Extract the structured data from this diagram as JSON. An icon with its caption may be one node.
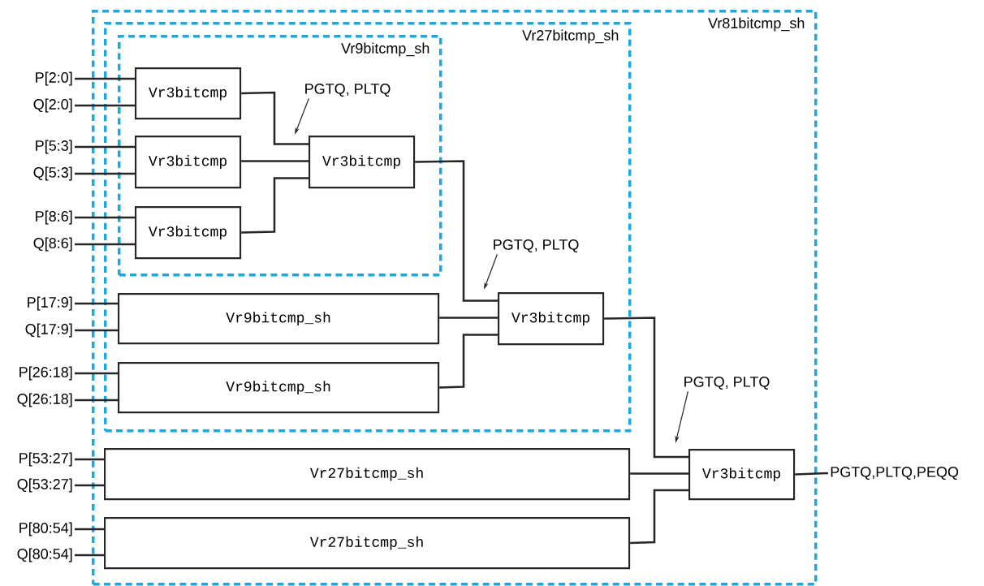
{
  "diagram": {
    "nodes": [
      {
        "text": [
          "Vr81bitcmp_sh"
        ]
      },
      {
        "text": [
          "Vr27bitcmp_sh"
        ],
        "in": 0
      },
      {
        "text": [
          "Vr9bitcmp_sh"
        ],
        "in": 1
      },
      {
        "text": [
          "Vr3bitcmp"
        ],
        "in": 2
      },
      {
        "text": [
          "Vr3bitcmp"
        ],
        "in": 2
      },
      {
        "text": [
          "Vr3bitcmp"
        ],
        "in": 2
      },
      {
        "text": [
          "Vr3bitcmp"
        ],
        "in": 2
      },
      {
        "text": [
          "Vr9bitcmp_sh"
        ],
        "in": 1
      },
      {
        "text": [
          "Vr9bitcmp_sh"
        ],
        "in": 1
      },
      {
        "text": [
          "Vr3bitcmp"
        ],
        "in": 1
      },
      {
        "text": [
          "Vr27bitcmp_sh"
        ],
        "in": 0
      },
      {
        "text": [
          "Vr27bitcmp_sh"
        ],
        "in": 0
      },
      {
        "text": [
          "Vr3bitcmp"
        ],
        "in": 0
      },
      {
        "text": [
          "P[2:0]"
        ]
      },
      {
        "text": [
          "Q[2:0]"
        ]
      },
      {
        "text": [
          "P[5:3]"
        ]
      },
      {
        "text": [
          "Q[5:3]"
        ]
      },
      {
        "text": [
          "P[8:6]"
        ]
      },
      {
        "text": [
          "Q[8:6]"
        ]
      },
      {
        "text": [
          "P[17:9]"
        ]
      },
      {
        "text": [
          "Q[17:9]"
        ]
      },
      {
        "text": [
          "P[26:18]"
        ]
      },
      {
        "text": [
          "Q[26:18]"
        ]
      },
      {
        "text": [
          "P[53:27]"
        ]
      },
      {
        "text": [
          "Q[53:27]"
        ]
      },
      {
        "text": [
          "P[80:54]"
        ]
      },
      {
        "text": [
          "Q[80:54]"
        ]
      },
      {
        "text": [
          "PGTQ,PLTQ,PEQQ"
        ]
      },
      {
        "text": [
          "PGTQ, PLTQ"
        ],
        "in": 2
      },
      {
        "text": [
          "PGTQ, PLTQ"
        ],
        "in": 1
      },
      {
        "text": [
          "PGTQ, PLTQ"
        ],
        "in": 0
      }
    ],
    "edges": [
      {
        "from": 13,
        "to": 3,
        "arrow": "none"
      },
      {
        "from": 14,
        "to": 3,
        "arrow": "none"
      },
      {
        "from": 15,
        "to": 4,
        "arrow": "none"
      },
      {
        "from": 16,
        "to": 4,
        "arrow": "none"
      },
      {
        "from": 17,
        "to": 5,
        "arrow": "none"
      },
      {
        "from": 18,
        "to": 5,
        "arrow": "none"
      },
      {
        "from": 19,
        "to": 7,
        "arrow": "none"
      },
      {
        "from": 20,
        "to": 7,
        "arrow": "none"
      },
      {
        "from": 21,
        "to": 8,
        "arrow": "none"
      },
      {
        "from": 22,
        "to": 8,
        "arrow": "none"
      },
      {
        "from": 23,
        "to": 10,
        "arrow": "none"
      },
      {
        "from": 24,
        "to": 10,
        "arrow": "none"
      },
      {
        "from": 25,
        "to": 11,
        "arrow": "none"
      },
      {
        "from": 26,
        "to": 11,
        "arrow": "none"
      },
      {
        "from": 3,
        "to": 6,
        "arrow": "none"
      },
      {
        "from": 4,
        "to": 6,
        "arrow": "none"
      },
      {
        "from": 5,
        "to": 6,
        "arrow": "none"
      },
      {
        "from": 6,
        "to": 9,
        "arrow": "none"
      },
      {
        "from": 7,
        "to": 9,
        "arrow": "none"
      },
      {
        "from": 8,
        "to": 9,
        "arrow": "none"
      },
      {
        "from": 9,
        "to": 12,
        "arrow": "none"
      },
      {
        "from": 10,
        "to": 12,
        "arrow": "none"
      },
      {
        "from": 11,
        "to": 12,
        "arrow": "none"
      },
      {
        "from": 12,
        "to": 27,
        "arrow": "none"
      },
      {
        "from": 28,
        "to": null,
        "arrow": "to"
      },
      {
        "from": 29,
        "to": null,
        "arrow": "to"
      },
      {
        "from": 30,
        "to": null,
        "arrow": "to"
      }
    ]
  }
}
